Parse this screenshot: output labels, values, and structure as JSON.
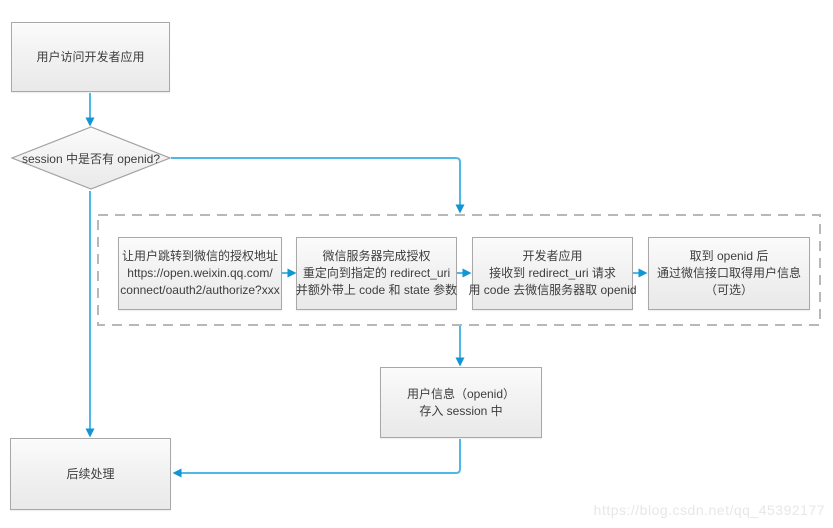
{
  "page": {
    "watermark": "https://blog.csdn.net/qq_45392177"
  },
  "colors": {
    "connector_line": "#4fb9e6",
    "connector_head": "#1295d3",
    "node_border": "#a8a8a8",
    "node_fill_top": "#fbfbfb",
    "node_fill_bottom": "#e9e9e9",
    "dashed_border": "#b8b8b8",
    "text": "#3d3d3d"
  },
  "nodes": {
    "start": {
      "label": "用户访问开发者应用"
    },
    "decision": {
      "label": "session 中是否有 openid?"
    },
    "step1": {
      "lines": [
        "让用户跳转到微信的授权地址",
        "https://open.weixin.qq.com/",
        "connect/oauth2/authorize?xxx"
      ]
    },
    "step2": {
      "lines": [
        "微信服务器完成授权",
        "重定向到指定的 redirect_uri",
        "并额外带上 code 和 state 参数"
      ]
    },
    "step3": {
      "lines": [
        "开发者应用",
        "接收到 redirect_uri 请求",
        "用 code 去微信服务器取 openid"
      ]
    },
    "step4": {
      "lines": [
        "取到 openid 后",
        "通过微信接口取得用户信息",
        "（可选）"
      ]
    },
    "store": {
      "lines": [
        "用户信息（openid）",
        "存入 session 中"
      ]
    },
    "next": {
      "label": "后续处理"
    }
  }
}
